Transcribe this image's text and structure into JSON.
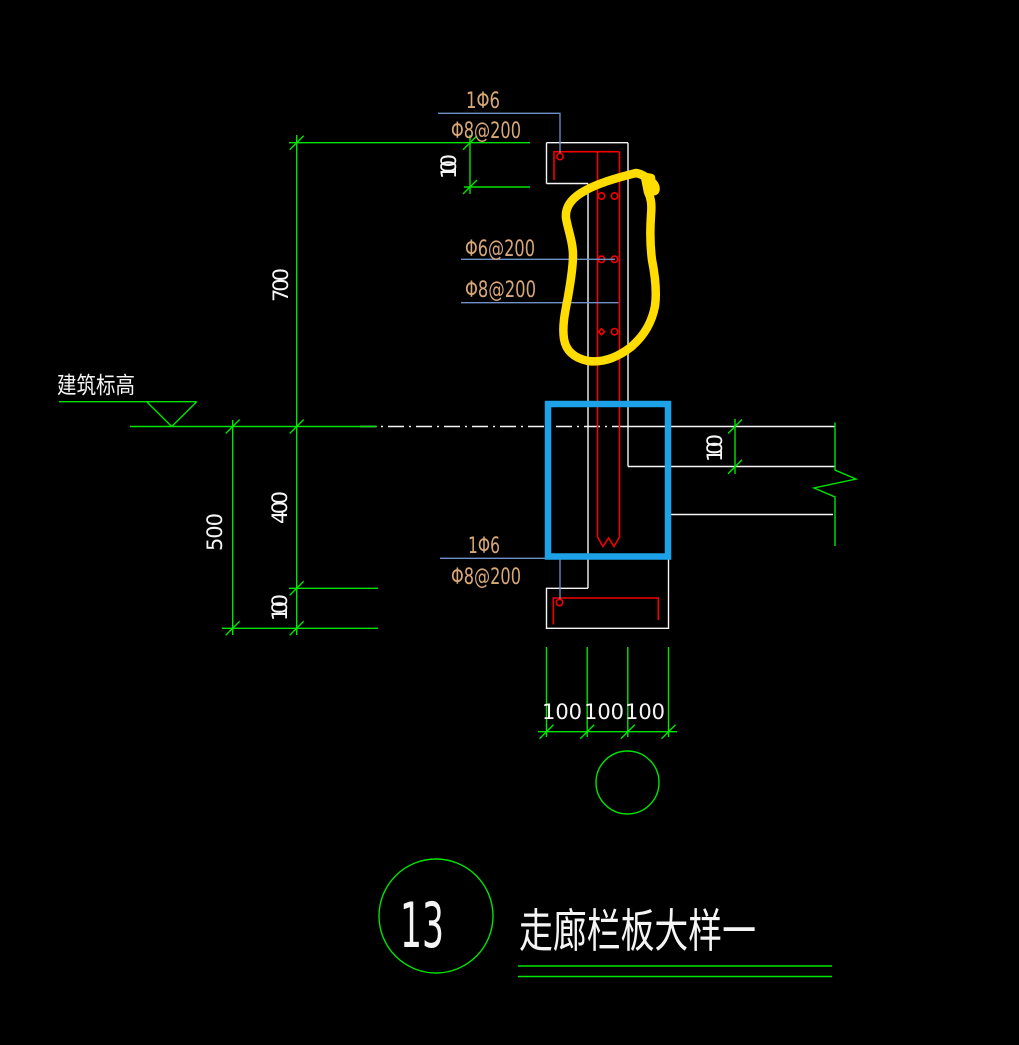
{
  "drawing": {
    "callouts": {
      "top_bar": "1Φ6",
      "top_stirrup": "Φ8@200",
      "wall_horizontal_bars": "Φ6@200",
      "wall_vertical_bars": "Φ8@200",
      "bottom_bar": "1Φ6",
      "bottom_stirrup": "Φ8@200"
    },
    "dimensions": {
      "parapet_height": "700",
      "cap_height": "100",
      "below_level_total": "500",
      "below_level_upper": "400",
      "below_level_lower": "100",
      "slab_thickness": "100",
      "bottom_segments": [
        "100",
        "100",
        "100"
      ]
    },
    "elevation_label": "建筑标高",
    "title": {
      "detail_number": "13",
      "detail_name": "走廊栏板大样一"
    },
    "colors": {
      "background": "#000000",
      "outline_white": "#f5f5f5",
      "dimension_green": "#00e400",
      "rebar_red": "#f40000",
      "callout_tan": "#d8a878",
      "leader_blue": "#7090c8",
      "highlight_box_blue": "#1da2e8",
      "highlight_marker_yellow": "#ffdd00"
    }
  }
}
